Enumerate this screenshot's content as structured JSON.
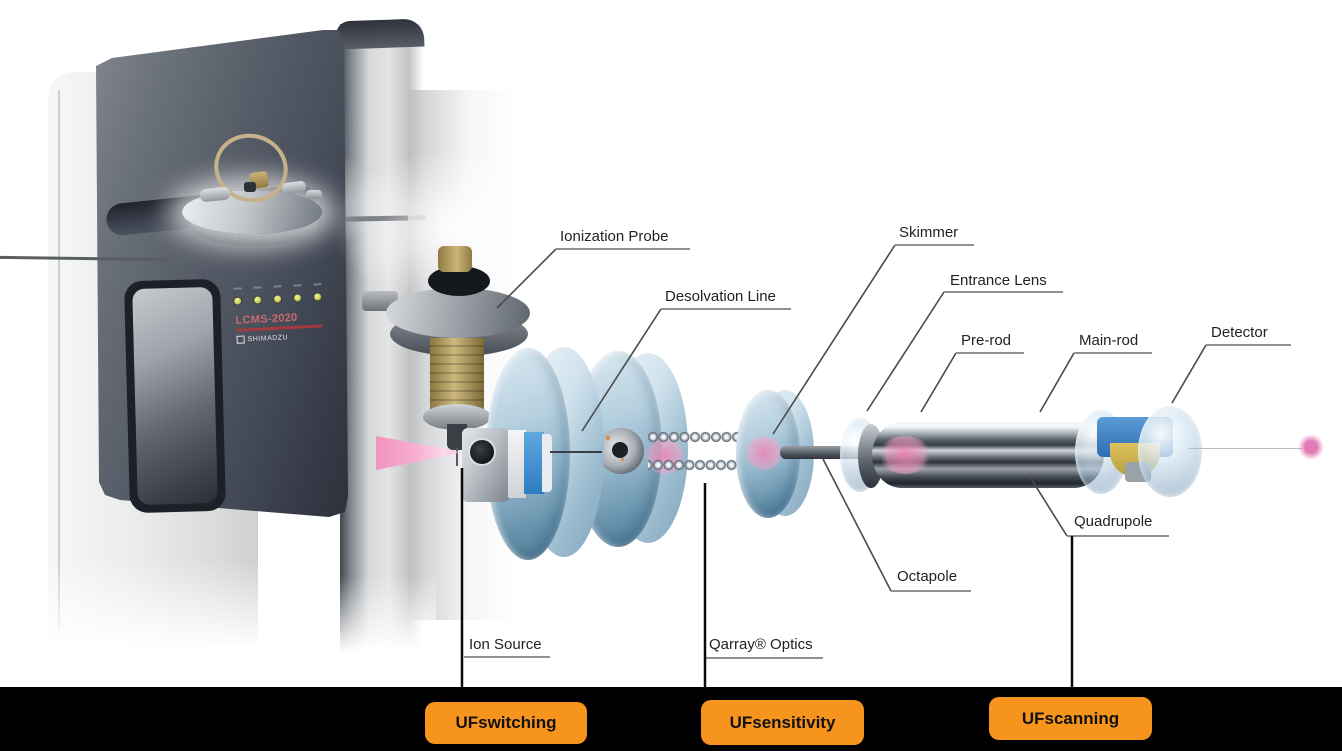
{
  "figure": {
    "type": "instrument-cutaway-diagram",
    "subject": "Single quadrupole mass spectrometer ion path"
  },
  "instrument": {
    "model": "LCMS-2020",
    "brand": "SHIMADZU",
    "status_led_count": 5
  },
  "component_labels": [
    {
      "id": "ionization-probe",
      "text": "Ionization Probe"
    },
    {
      "id": "desolvation-line",
      "text": "Desolvation Line"
    },
    {
      "id": "skimmer",
      "text": "Skimmer"
    },
    {
      "id": "entrance-lens",
      "text": "Entrance Lens"
    },
    {
      "id": "pre-rod",
      "text": "Pre-rod"
    },
    {
      "id": "main-rod",
      "text": "Main-rod"
    },
    {
      "id": "detector",
      "text": "Detector"
    },
    {
      "id": "quadrupole",
      "text": "Quadrupole"
    },
    {
      "id": "octapole",
      "text": "Octapole"
    },
    {
      "id": "ion-source",
      "text": "Ion Source"
    },
    {
      "id": "qarray-optics",
      "text": "Qarray® Optics"
    }
  ],
  "feature_buttons": [
    {
      "label": "UFswitching"
    },
    {
      "label": "UFsensitivity"
    },
    {
      "label": "UFscanning"
    }
  ],
  "colors": {
    "accent_orange": "#F7941E",
    "footer_black": "#000000",
    "ion_beam_pink": "#EE7FB4",
    "lens_blue": "#9FC2D8"
  }
}
